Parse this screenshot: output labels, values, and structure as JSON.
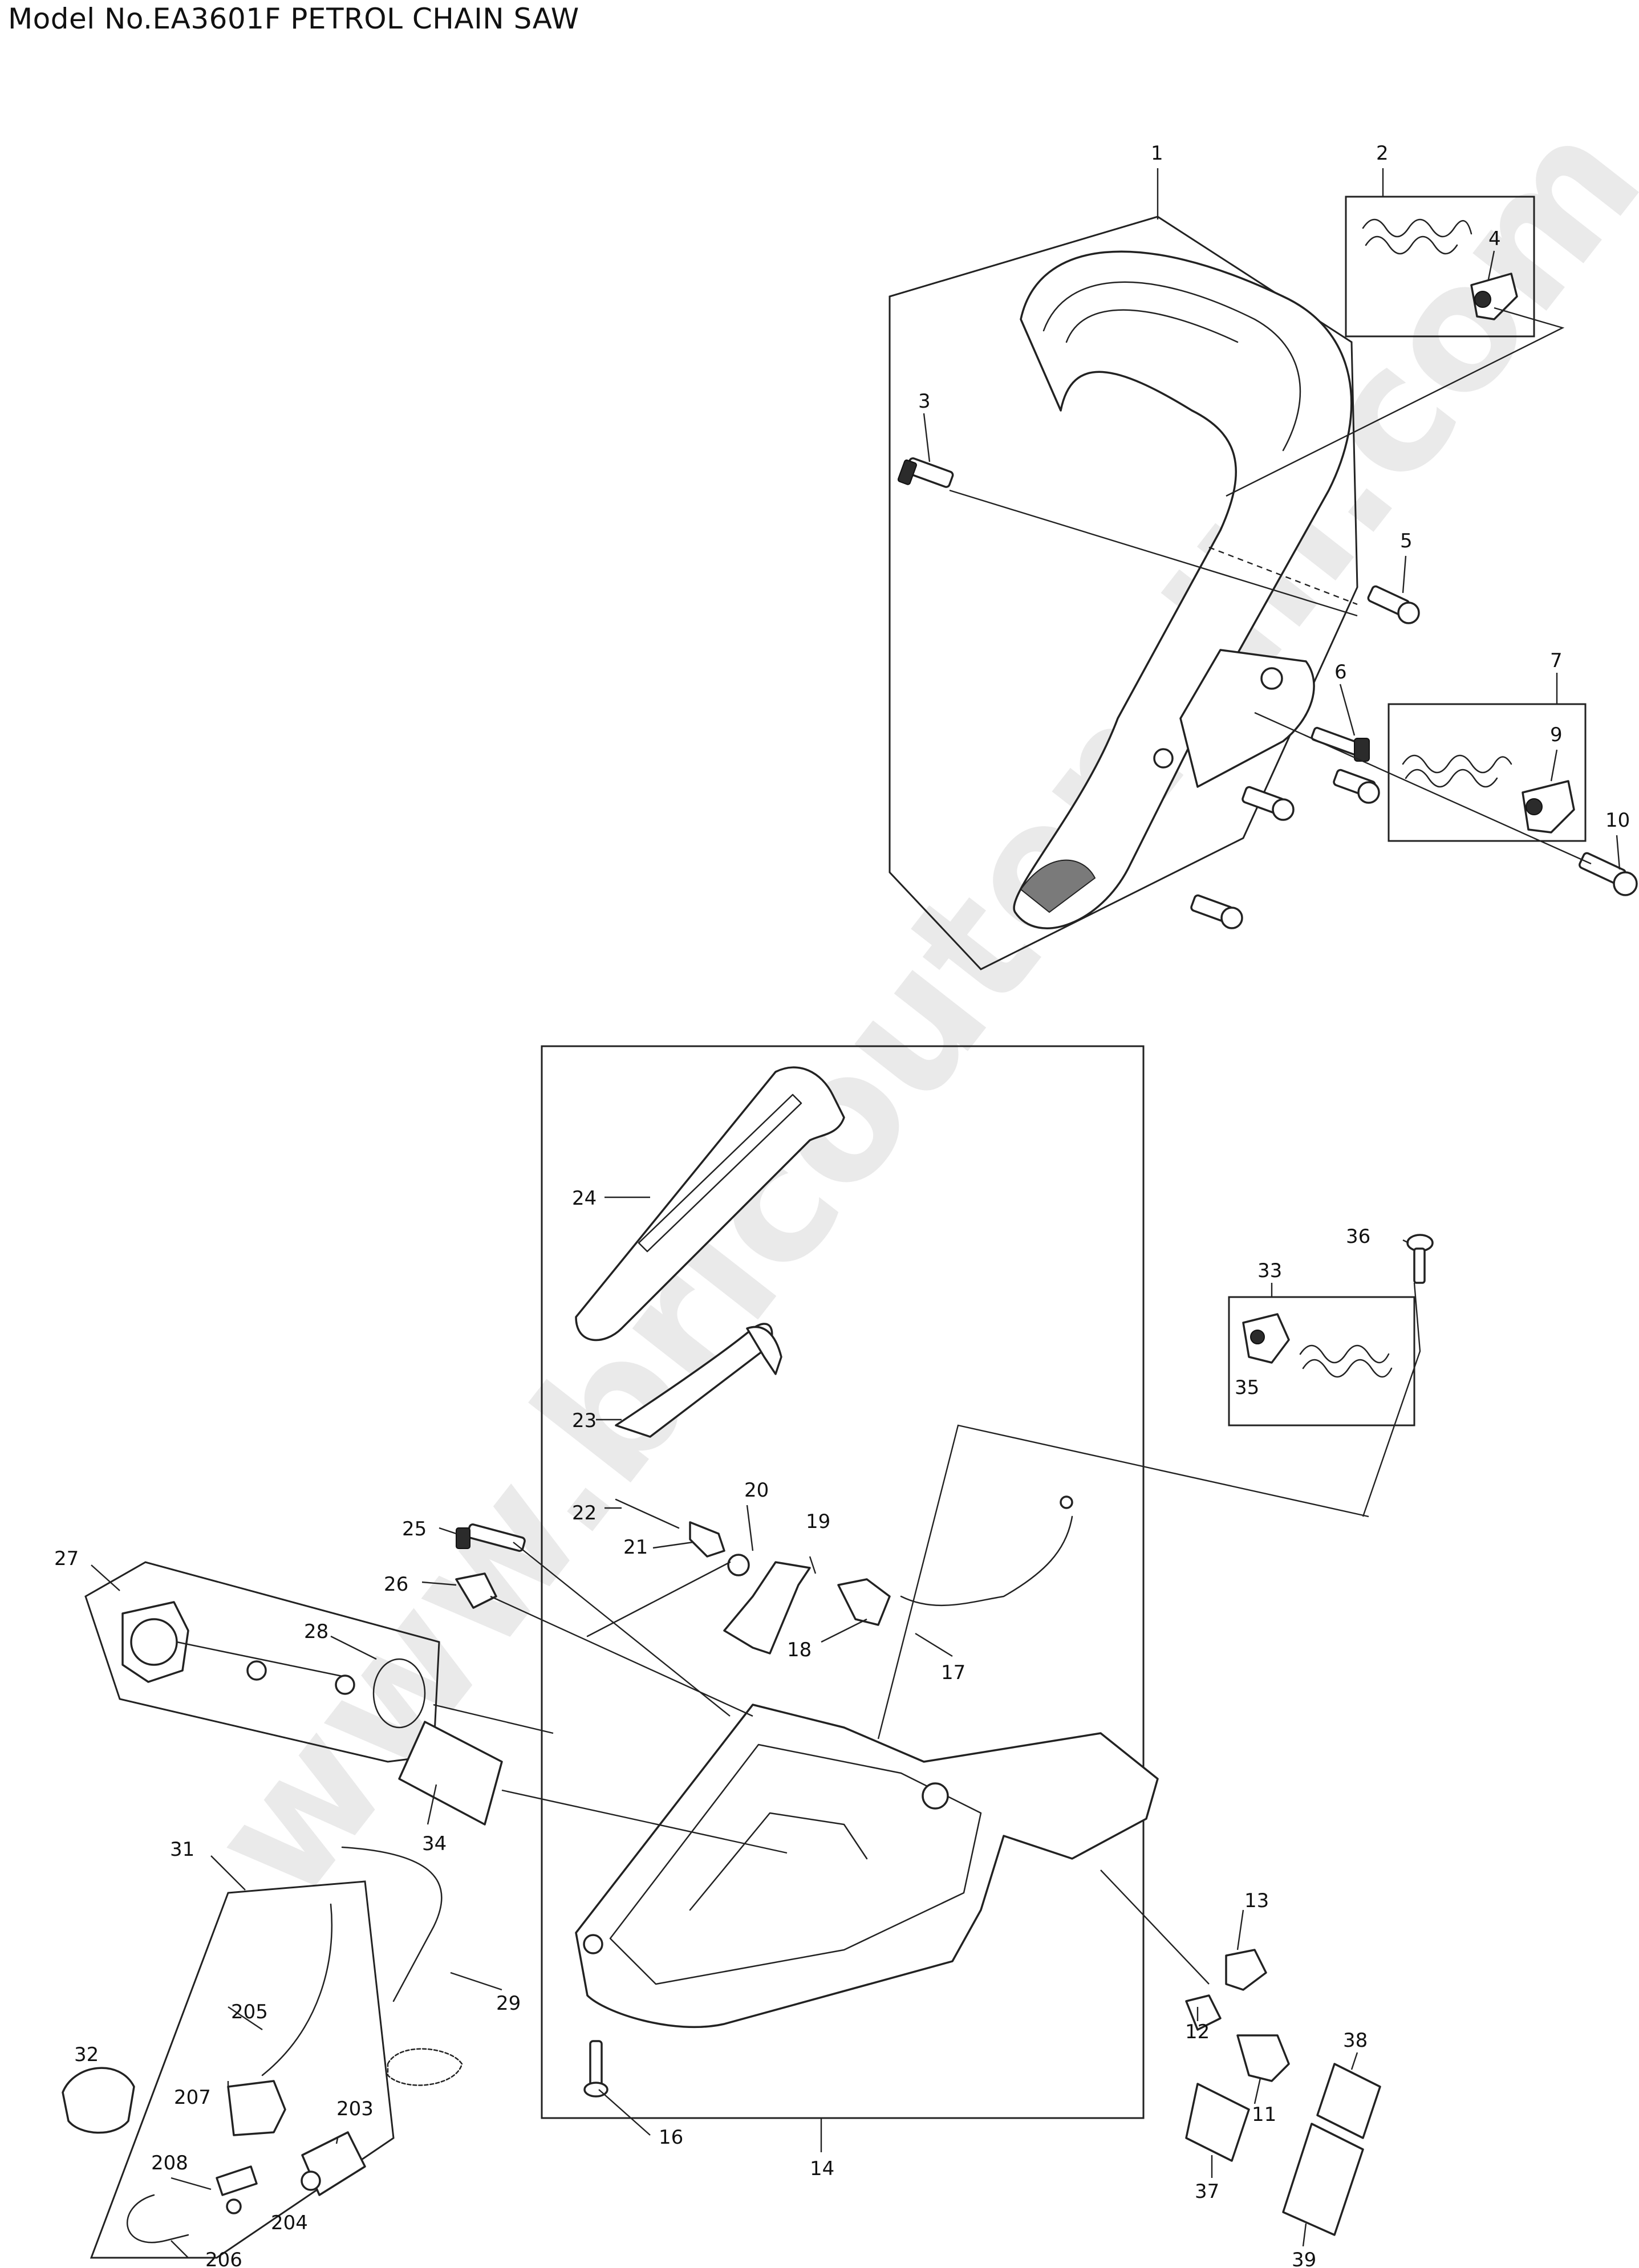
{
  "title": "Model No.EA3601F PETROL CHAIN SAW",
  "watermark": "www.bricoutensili.com",
  "callouts": {
    "c1": "1",
    "c2": "2",
    "c3": "3",
    "c4": "4",
    "c5": "5",
    "c6": "6",
    "c7": "7",
    "c9": "9",
    "c10": "10",
    "c11": "11",
    "c12": "12",
    "c13": "13",
    "c14": "14",
    "c16": "16",
    "c17": "17",
    "c18": "18",
    "c19": "19",
    "c20": "20",
    "c21": "21",
    "c22": "22",
    "c23": "23",
    "c24": "24",
    "c25": "25",
    "c26": "26",
    "c27": "27",
    "c28": "28",
    "c29": "29",
    "c31": "31",
    "c32": "32",
    "c33": "33",
    "c34": "34",
    "c35": "35",
    "c36": "36",
    "c37": "37",
    "c38": "38",
    "c39": "39",
    "c203": "203",
    "c204": "204",
    "c205": "205",
    "c206": "206",
    "c207": "207",
    "c208": "208"
  }
}
